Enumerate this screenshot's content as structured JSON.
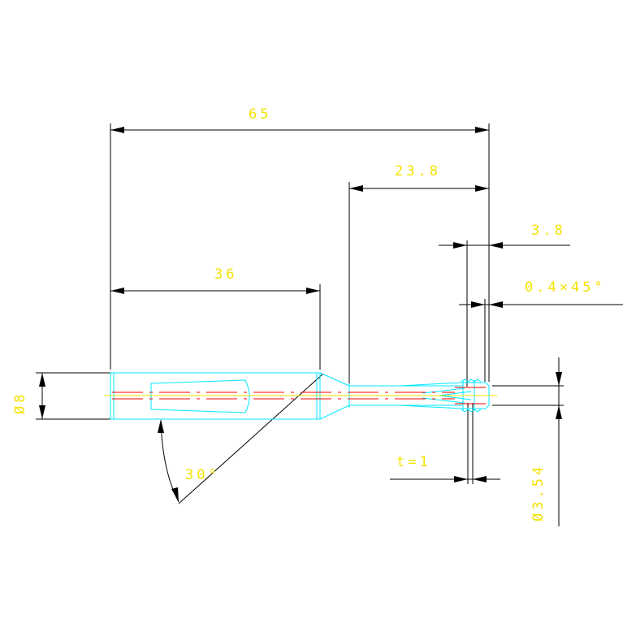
{
  "drawing": {
    "colors": {
      "background": "#ffffff",
      "dimension_text": "#f4e200",
      "dimension_lines": "#000000",
      "part_outline": "#00e8ff",
      "centerline_red": "#ff0000",
      "centerline_yellow": "#f4e200"
    },
    "dimensions": {
      "overall_length": "65",
      "front_length": "23.8",
      "tip_length": "3.8",
      "chamfer": "0.4×45°",
      "body_length": "36",
      "body_diameter": "Ø8",
      "angle": "30°",
      "wall_thickness": "t=1",
      "tip_diameter": "Ø3.54"
    }
  }
}
